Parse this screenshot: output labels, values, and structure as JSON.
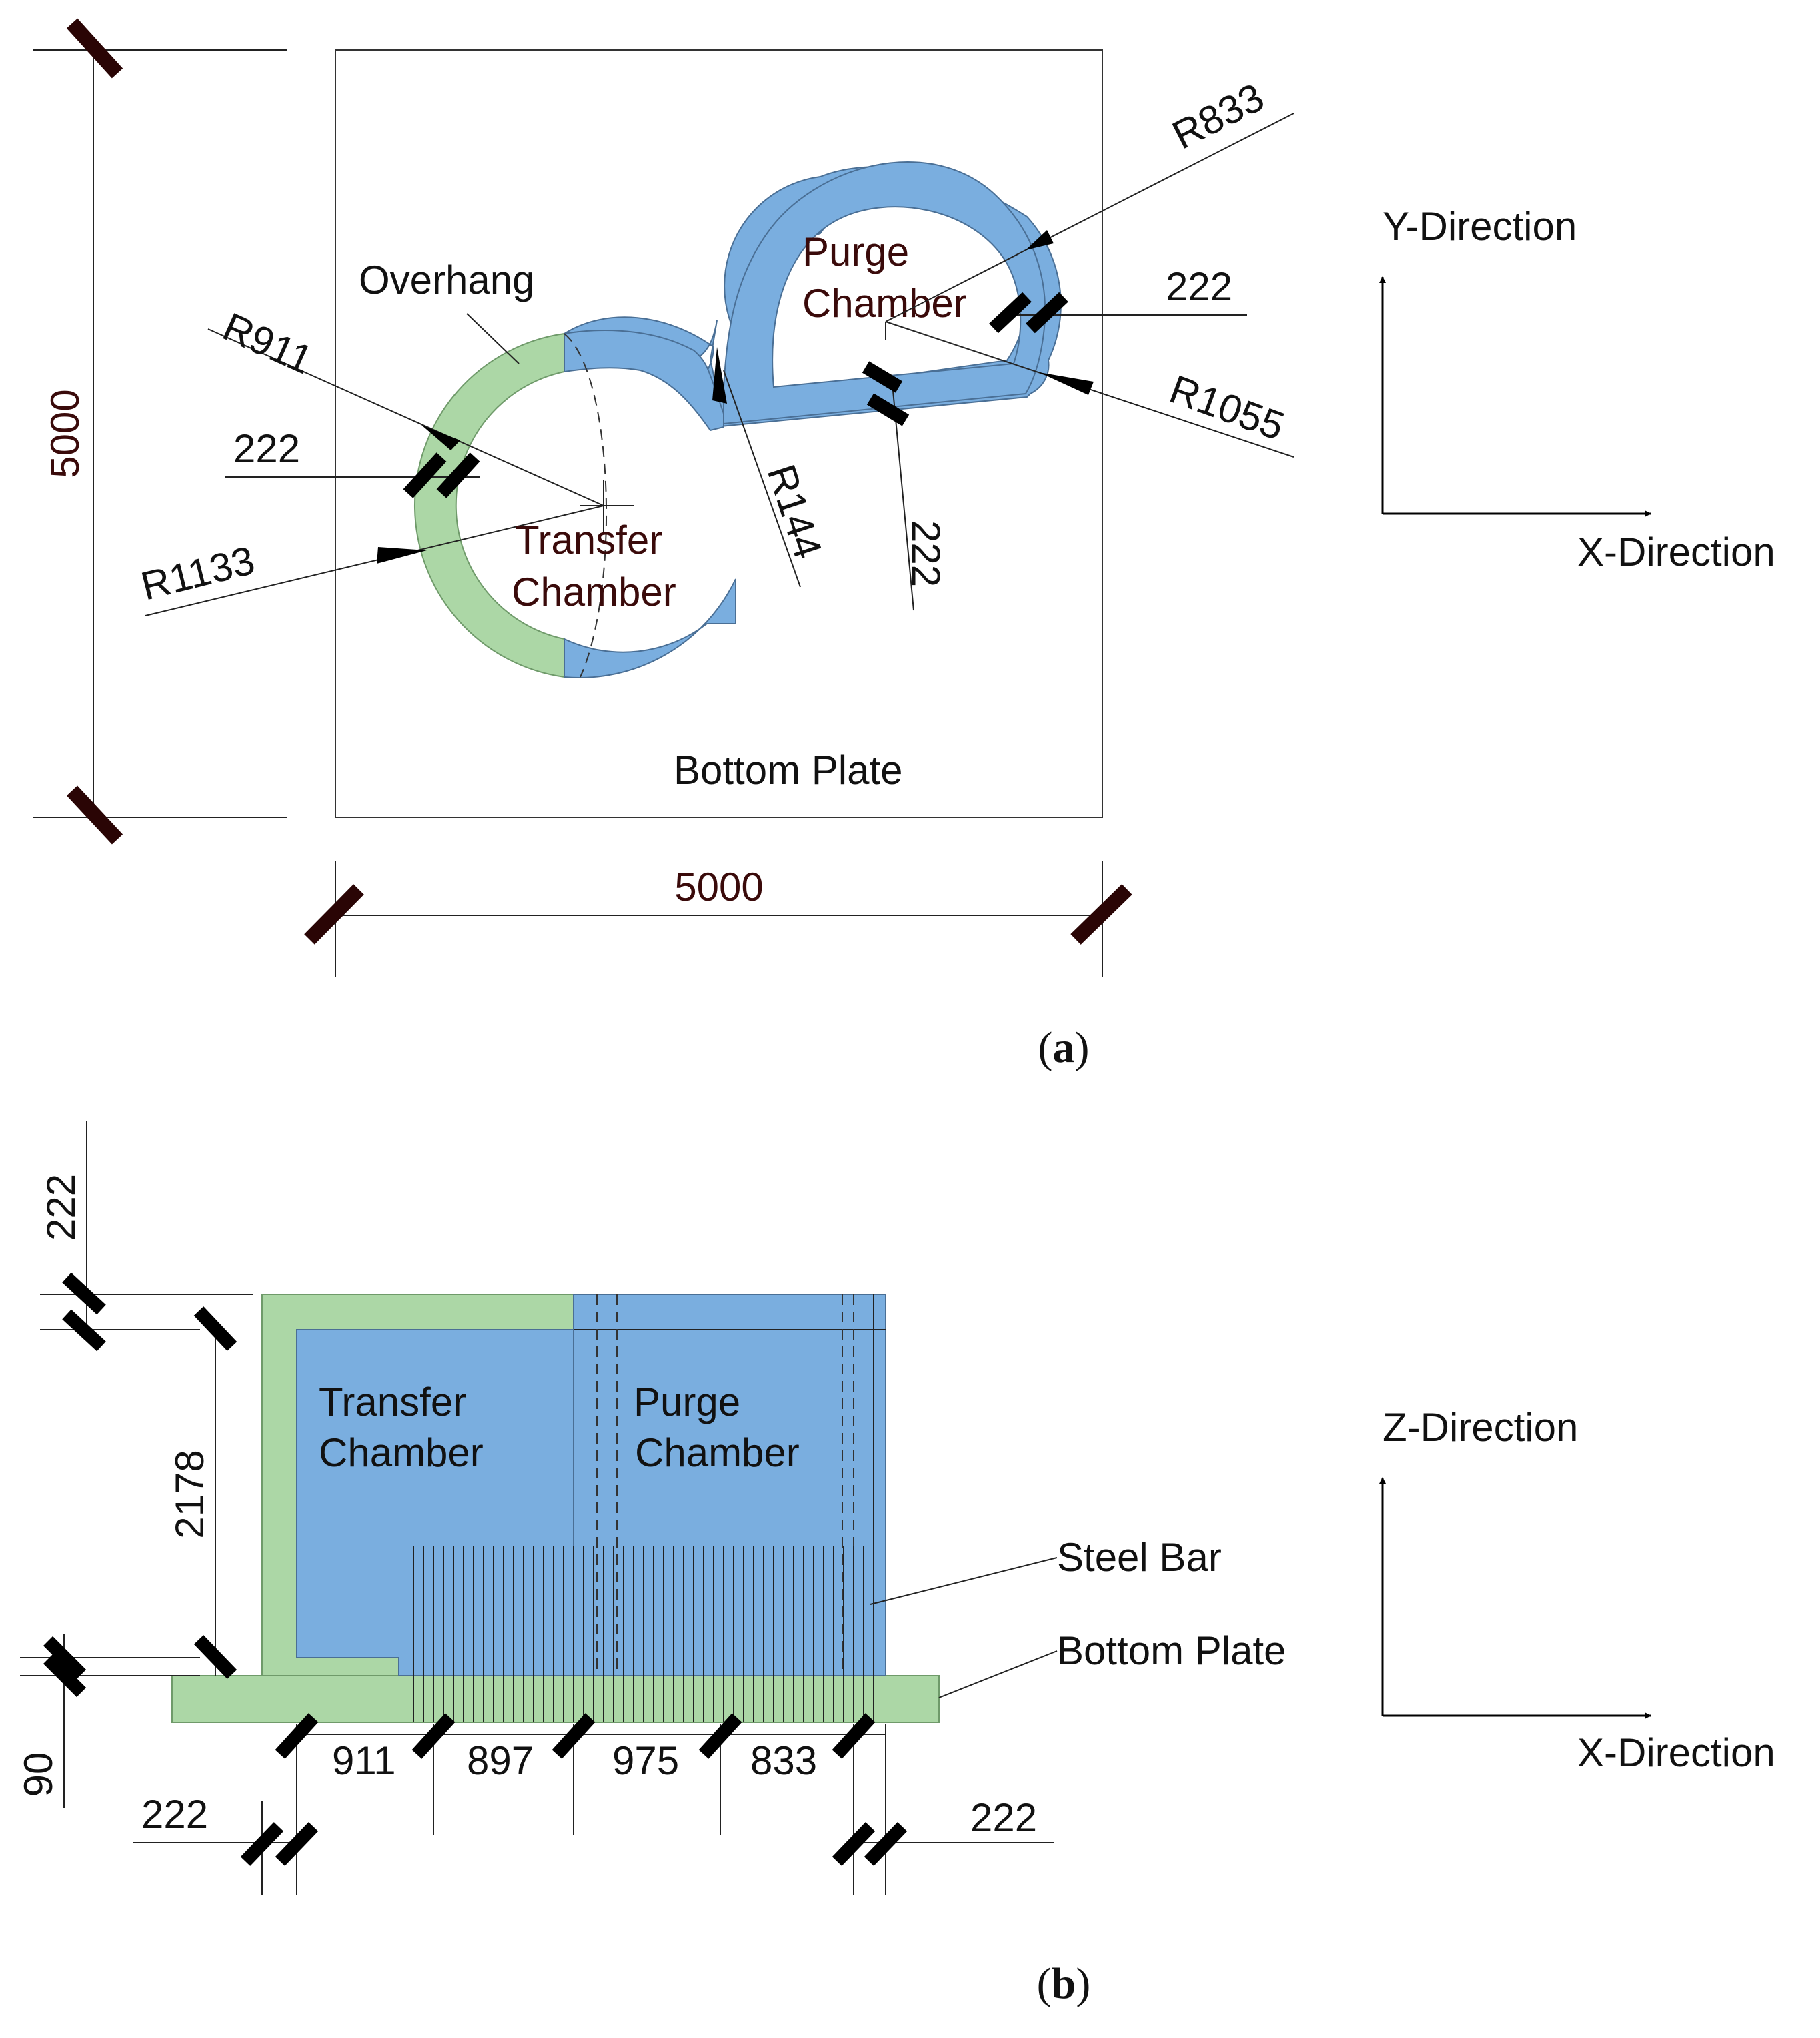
{
  "panel_a": {
    "caption_open": "(",
    "caption_letter": "a",
    "caption_close": ")",
    "dimensions": {
      "left_height": "5000",
      "bottom_width": "5000",
      "r911": "R911",
      "r1133": "R1133",
      "r833": "R833",
      "r1055": "R1055",
      "r144": "R144",
      "wall_left": "222",
      "wall_right": "222",
      "wall_lower": "222"
    },
    "labels": {
      "overhang": "Overhang",
      "transfer_line1": "Transfer",
      "transfer_line2": "Chamber",
      "purge_line1": "Purge",
      "purge_line2": "Chamber",
      "bottom_plate": "Bottom Plate"
    },
    "axes": {
      "y_label": "Y-Direction",
      "x_label": "X-Direction"
    }
  },
  "panel_b": {
    "caption_open": "(",
    "caption_letter": "b",
    "caption_close": ")",
    "dimensions": {
      "top_wall": "222",
      "height": "2178",
      "plate": "90",
      "left_wall": "222",
      "right_wall": "222",
      "seg1": "911",
      "seg2": "897",
      "seg3": "975",
      "seg4": "833"
    },
    "labels": {
      "transfer_line1": "Transfer",
      "transfer_line2": "Chamber",
      "purge_line1": "Purge",
      "purge_line2": "Chamber",
      "steel_bar": "Steel Bar",
      "bottom_plate": "Bottom Plate"
    },
    "axes": {
      "z_label": "Z-Direction",
      "x_label": "X-Direction"
    }
  },
  "colors": {
    "chamber_wall": "#7aaedf",
    "overhang": "#acd7a6",
    "dimension_tick": "#2a0505"
  }
}
